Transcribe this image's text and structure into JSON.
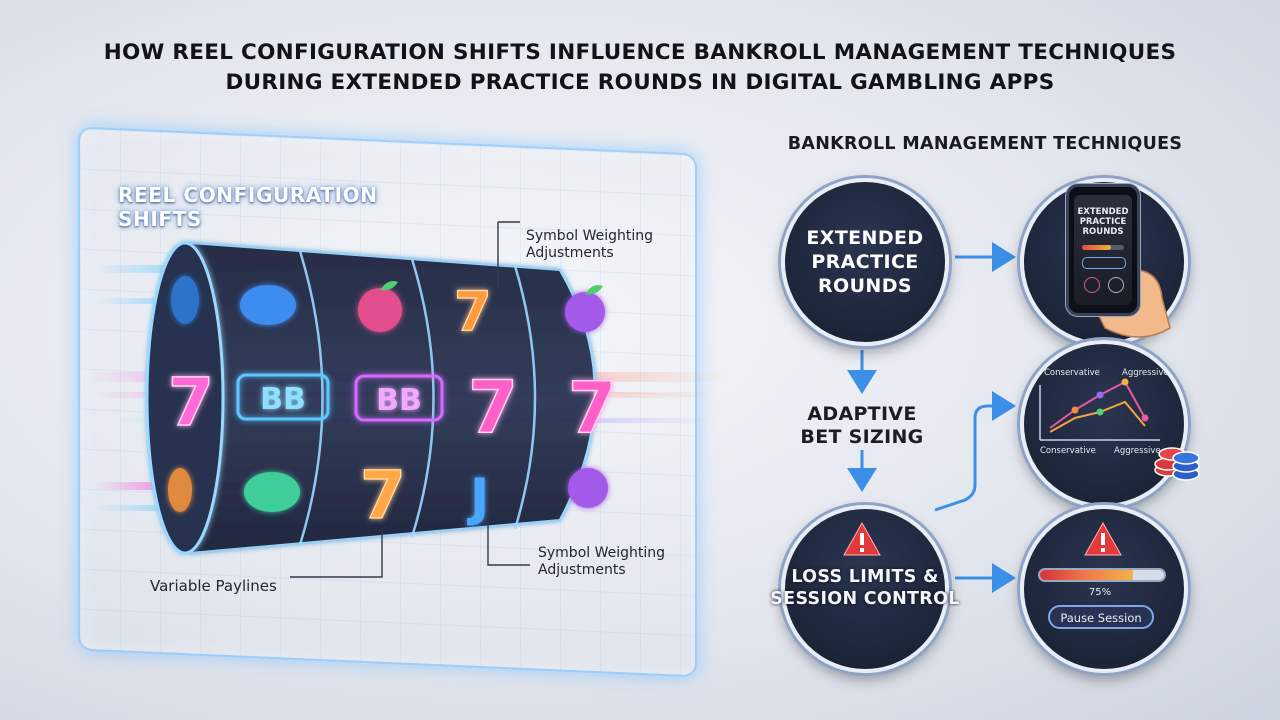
{
  "title": {
    "line1": "HOW REEL CONFIGURATION SHIFTS INFLUENCE BANKROLL MANAGEMENT TECHNIQUES",
    "line2": "DURING EXTENDED PRACTICE ROUNDS IN DIGITAL GAMBLING APPS"
  },
  "left_panel": {
    "title_line1": "REEL CONFIGURATION",
    "title_line2": "SHIFTS",
    "callout_top_line1": "Symbol Weighting",
    "callout_top_line2": "Adjustments",
    "callout_bottom_line1": "Symbol Weighting",
    "callout_bottom_line2": "Adjustments",
    "callout_paylines": "Variable Paylines",
    "reel_symbols": {
      "seven": "7",
      "bar": "BB",
      "jack": "J"
    }
  },
  "right_panel": {
    "section_title": "BANKROLL MANAGEMENT TECHNIQUES",
    "node_practice_line1": "EXTENDED",
    "node_practice_line2": "PRACTICE",
    "node_practice_line3": "ROUNDS",
    "node_bet_line1": "ADAPTIVE",
    "node_bet_line2": "BET SIZING",
    "node_loss_line1": "LOSS LIMITS &",
    "node_loss_line2": "SESSION CONTROL",
    "phone_line1": "EXTENDED",
    "phone_line2": "PRACTICE",
    "phone_line3": "ROUNDS",
    "chart_label_top_left": "Conservative",
    "chart_label_top_right": "Aggressive",
    "chart_label_bottom_left": "Conservative",
    "chart_label_bottom_right": "Aggressive",
    "progress_percent_text": "75%",
    "progress_value": 0.75,
    "pause_button": "Pause Session"
  },
  "icons": [
    "warning-icon",
    "poker-chips-icon",
    "hand-phone-icon"
  ],
  "colors": {
    "node_fill": "#1d2539",
    "arrow": "#3b8fe6",
    "neon_pink": "#ff4fd8",
    "neon_orange": "#ff9a3c",
    "neon_blue": "#5cc8ff",
    "warning": "#e23a3a"
  }
}
